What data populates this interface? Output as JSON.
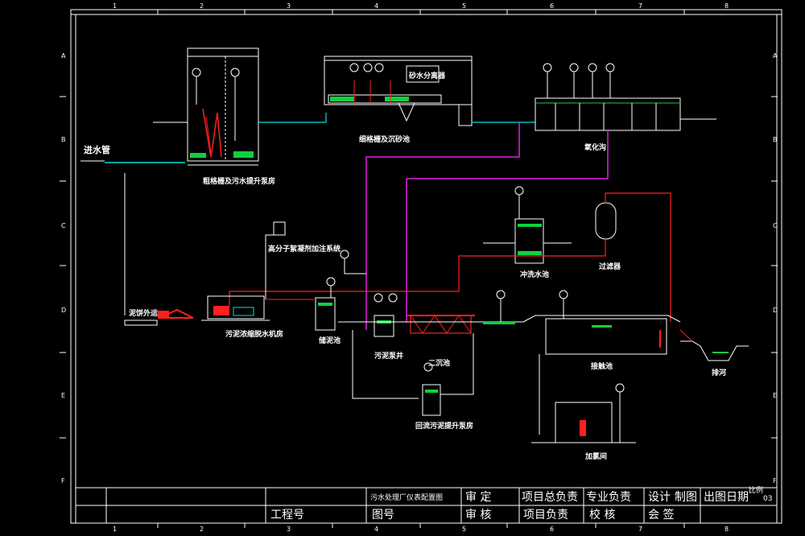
{
  "drawing": {
    "column_labels": [
      "1",
      "2",
      "3",
      "4",
      "5",
      "6",
      "7",
      "8"
    ],
    "row_labels": [
      "A",
      "B",
      "C",
      "D",
      "E",
      "F"
    ]
  },
  "labels": {
    "inlet_pipe": "进水管",
    "coarse_screen": "粗格栅及污水提升泵房",
    "fine_screen": "细格栅及沉砂池",
    "grit_separator": "砂水分离器",
    "oxidation_ditch": "氧化沟",
    "polymer_dosing": "高分子絮凝剂加注系统",
    "backwash_pool": "冲洗水池",
    "filter": "过滤器",
    "sludge_dewatering": "污泥浓缩脱水机房",
    "sludge_storage": "储泥池",
    "sludge_well": "污泥泵井",
    "secondary_clarifier": "二沉池",
    "contact_tank": "接触池",
    "river": "排河",
    "return_sludge_pump": "回流污泥提升泵房",
    "chlorination": "加氯间",
    "sludge_cake": "泥饼外运"
  },
  "title_block": {
    "drawing_title": "污水处理厂仪表配置图",
    "project_no": "工程号",
    "drawing_no": "图号",
    "review": "审  定",
    "audit": "审  核",
    "chief": "项目总负责",
    "manager": "项目负责",
    "specialty": "专业负责",
    "check": "校  核",
    "design": "设计",
    "drafter": "制图",
    "countersign": "会  签",
    "issue_date": "出图日期",
    "scale_note": "比例",
    "sheet_no": "03"
  },
  "colors": {
    "background": "#000000",
    "frame": "#ffffff",
    "water_line": "#00e0e0",
    "sludge_line": "#ff2020",
    "air_line": "#e020e0",
    "equipment": "#ffffff",
    "water_fill": "#10d040"
  }
}
